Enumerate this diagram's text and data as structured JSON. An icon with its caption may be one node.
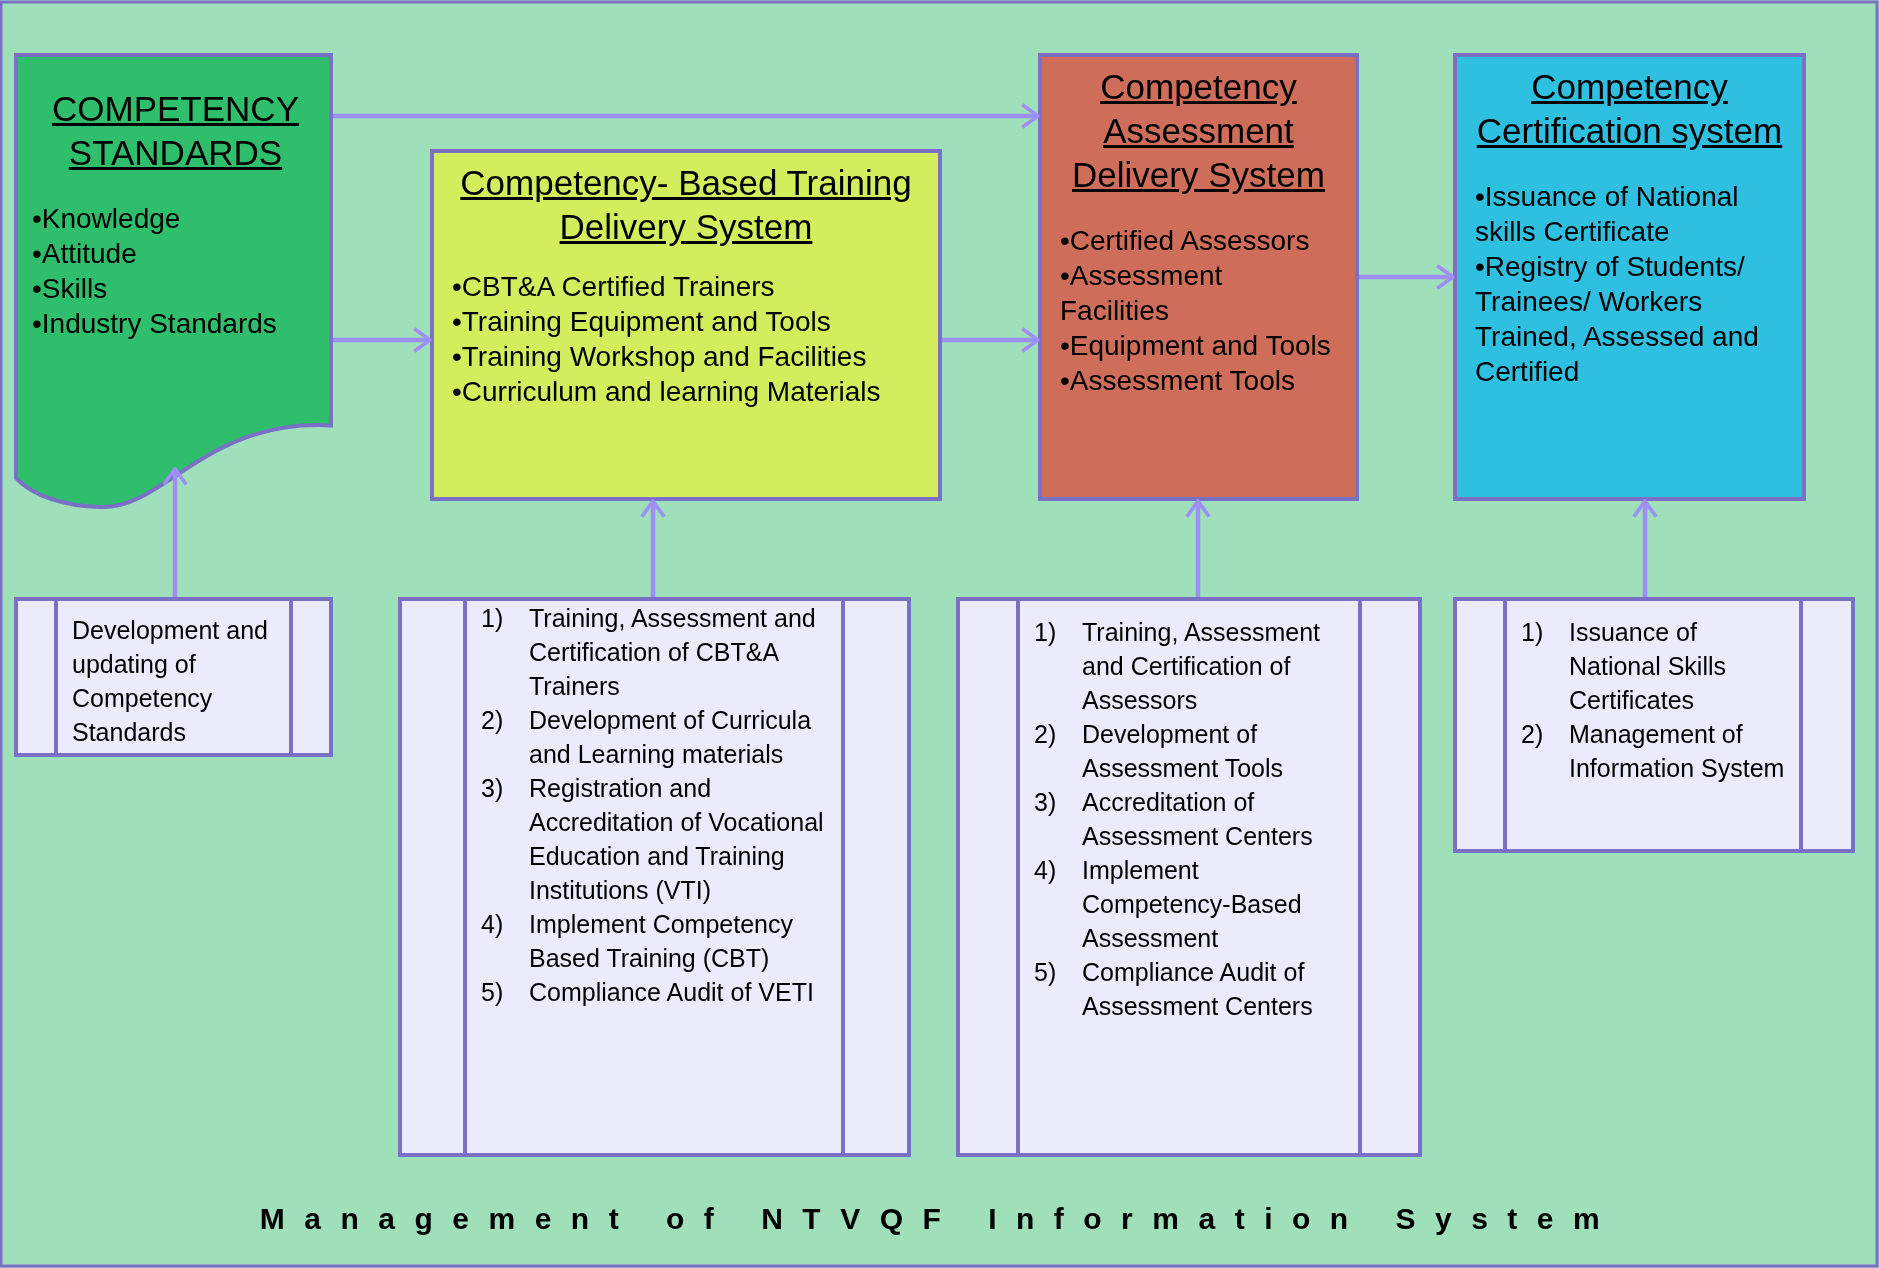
{
  "diagram": {
    "caption": "Management of NTVQF Information System",
    "nodes": [
      {
        "text": [
          "COMPETENCY STANDARDS",
          "•Knowledge",
          "•Attitude",
          "•Skills",
          "•Industry Standards"
        ]
      },
      {
        "text": [
          "Competency- Based Training Delivery System",
          "•CBT&A Certified Trainers",
          "•Training Equipment  and Tools",
          "•Training  Workshop and Facilities",
          "•Curriculum and learning Materials"
        ]
      },
      {
        "text": [
          "Competency Assessment Delivery System",
          "•Certified Assessors",
          "•Assessment Facilities",
          "•Equipment and Tools",
          "•Assessment Tools"
        ]
      },
      {
        "text": [
          "Competency Certification system",
          "•Issuance of National skills Certificate",
          "•Registry of Students/ Trainees/ Workers Trained, Assessed and Certified"
        ]
      },
      {
        "text": [
          "Development and updating of Competency Standards"
        ]
      },
      {
        "text": [
          "1) Training, Assessment and Certification of CBT&A Trainers",
          "2) Development of Curricula and Learning materials",
          "3) Registration and Accreditation of Vocational Education and Training Institutions (VTI)",
          "4) Implement Competency Based Training (CBT)",
          "5) Compliance Audit of VETI"
        ]
      },
      {
        "text": [
          "1) Training, Assessment and Certification of Assessors",
          "2) Development of Assessment Tools",
          "3) Accreditation of Assessment Centers",
          "4) Implement Competency-Based Assessment",
          "5) Compliance Audit of Assessment Centers"
        ]
      },
      {
        "text": [
          "1) Issuance of National Skills Certificates",
          "2) Management of Information System"
        ]
      }
    ],
    "edges": [
      {
        "from": 0,
        "to": 2,
        "arrow": "to"
      },
      {
        "from": 0,
        "to": 1,
        "arrow": "to"
      },
      {
        "from": 1,
        "to": 2,
        "arrow": "to"
      },
      {
        "from": 2,
        "to": 3,
        "arrow": "to"
      },
      {
        "from": 4,
        "to": 0,
        "arrow": "to"
      },
      {
        "from": 5,
        "to": 1,
        "arrow": "to"
      },
      {
        "from": 6,
        "to": 2,
        "arrow": "to"
      },
      {
        "from": 7,
        "to": 3,
        "arrow": "to"
      }
    ]
  }
}
